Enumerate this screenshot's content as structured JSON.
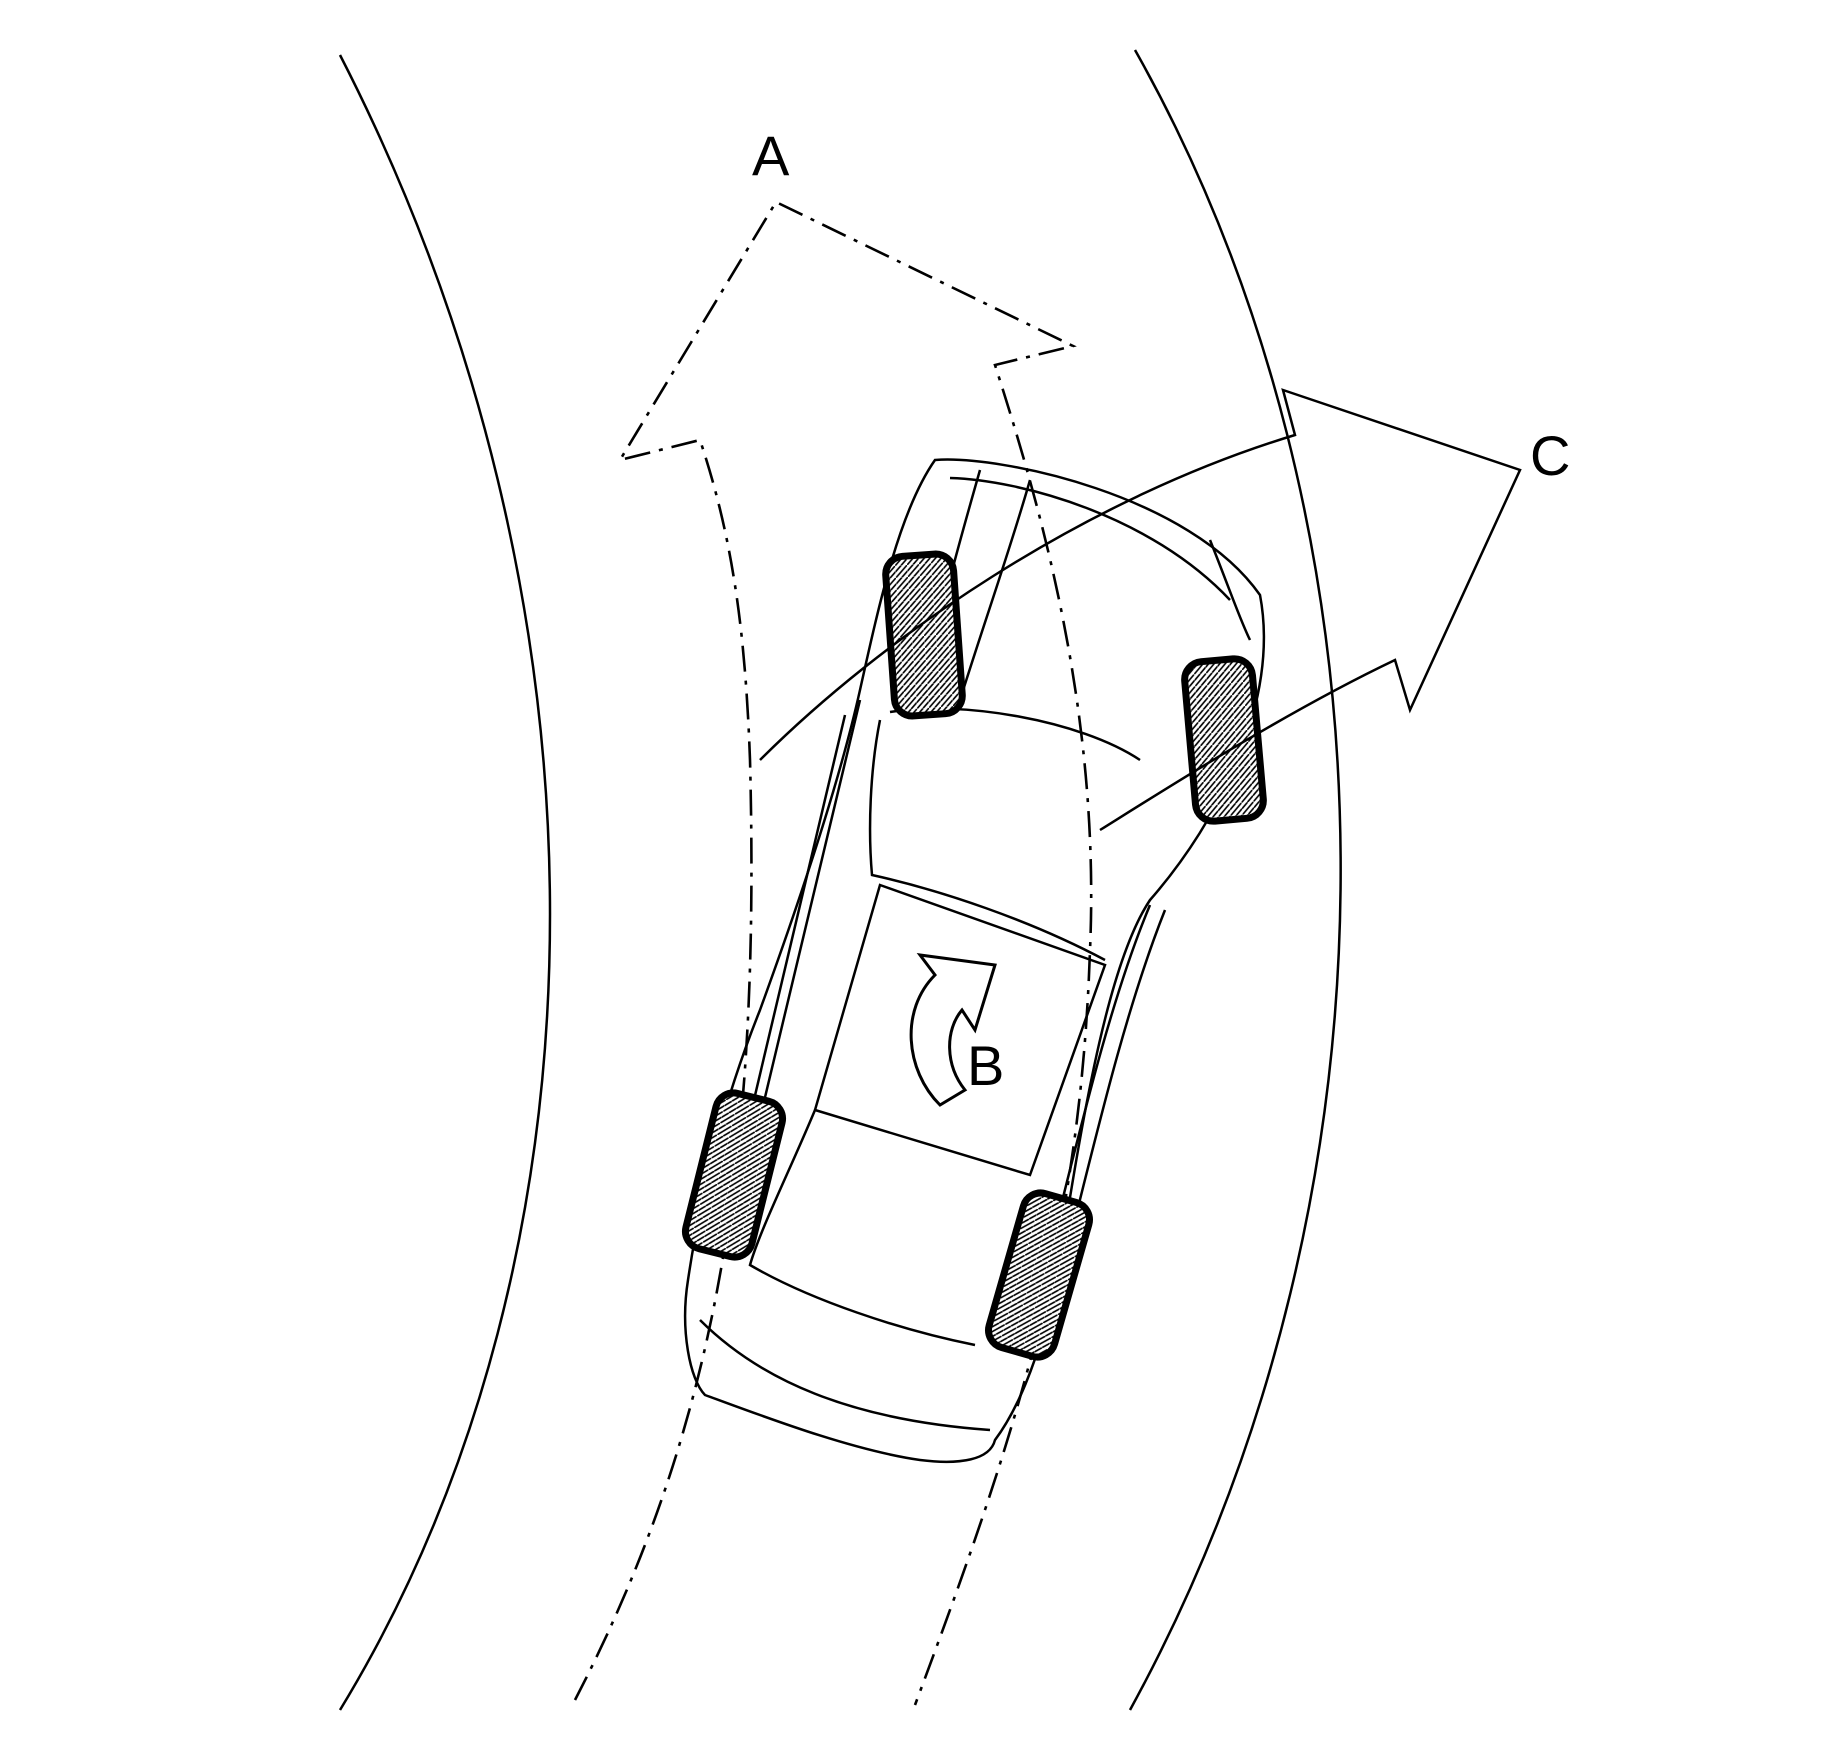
{
  "diagram": {
    "labels": {
      "a": "A",
      "b": "B",
      "c": "C"
    },
    "colors": {
      "line": "#000000",
      "background": "#ffffff"
    }
  }
}
